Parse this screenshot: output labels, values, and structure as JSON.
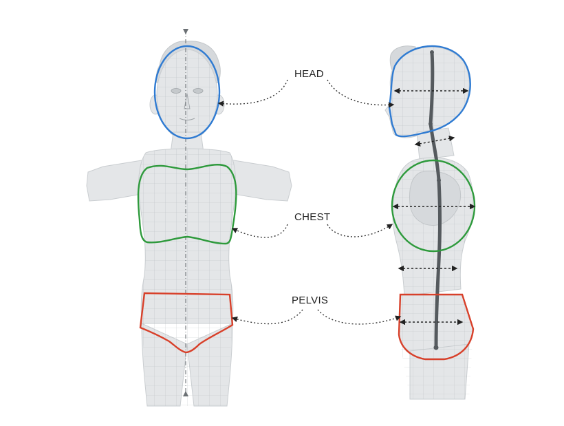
{
  "labels": {
    "head": "HEAD",
    "chest": "CHEST",
    "pelvis": "PELVIS"
  },
  "colors": {
    "head_outline": "#2f7bd2",
    "chest_outline": "#2e9a3c",
    "pelvis_outline": "#d8402a",
    "spine": "#555a5e",
    "background": "#ffffff"
  },
  "views": [
    "front",
    "side"
  ]
}
